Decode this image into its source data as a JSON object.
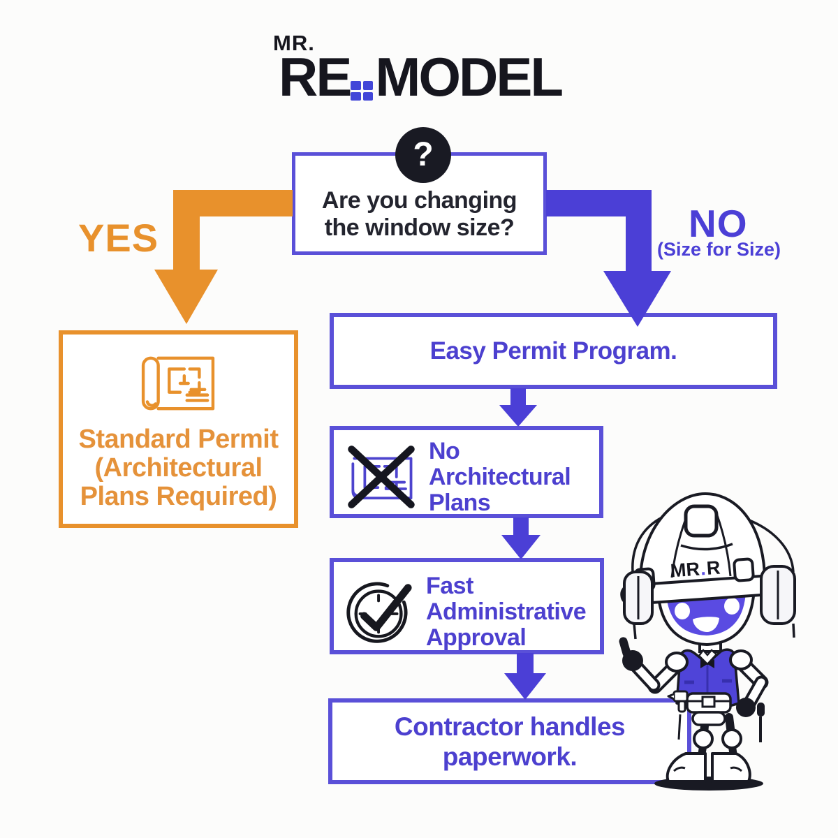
{
  "logo": {
    "mr": "MR.",
    "re": "RE",
    "model": "MODEL"
  },
  "question": {
    "mark": "?",
    "line1": "Are you changing",
    "line2": "the window size?"
  },
  "branch_yes": {
    "label": "YES"
  },
  "branch_no": {
    "label": "NO",
    "sublabel": "(Size for Size)"
  },
  "nodes": {
    "standard_permit": {
      "lines": [
        "Standard Permit",
        "(Architectural",
        "Plans Required)"
      ]
    },
    "easy_permit": {
      "label": "Easy Permit Program."
    },
    "no_plans": {
      "lines": [
        "No",
        "Architectural",
        "Plans"
      ]
    },
    "fast_approval": {
      "lines": [
        "Fast",
        "Administrative",
        "Approval"
      ]
    },
    "contractor": {
      "lines": [
        "Contractor handles",
        "paperwork."
      ]
    }
  },
  "mascot": {
    "hat_mr": "MR",
    "hat_dot": ".",
    "hat_r": "R"
  },
  "colors": {
    "orange": "#E8912C",
    "orange_text": "#E5923A",
    "purple_border": "#5A50D8",
    "purple_arrow": "#4B3FD6",
    "purple_text": "#4C40CF",
    "ink": "#191A23",
    "window_blue": "#4246D8",
    "face_purple": "#5A4BE2",
    "background": "#FCFCFB"
  }
}
